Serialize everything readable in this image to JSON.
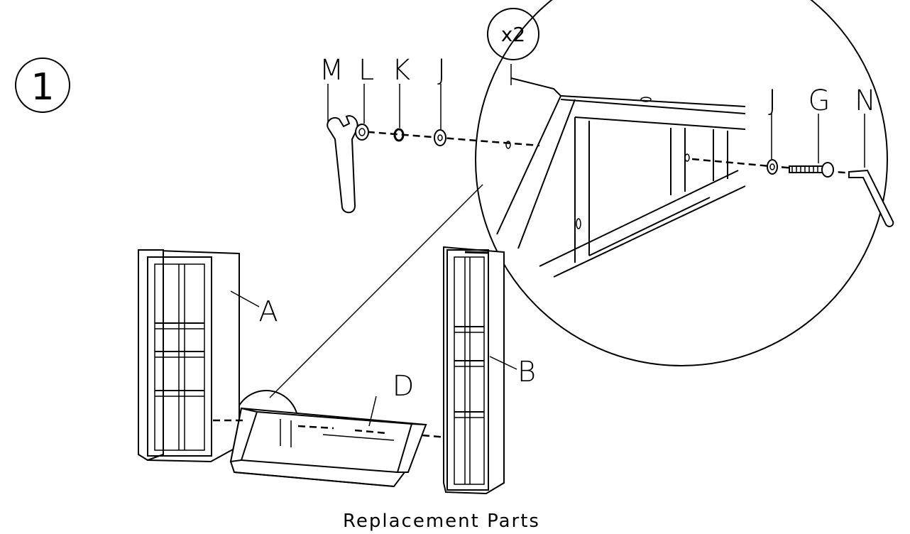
{
  "step": {
    "number": "1",
    "multiplier": "x2"
  },
  "parts": {
    "A": "A",
    "B": "B",
    "D": "D",
    "G": "G",
    "J_left": "J",
    "J_right": "J",
    "K": "K",
    "L": "L",
    "M": "M",
    "N": "N"
  },
  "caption": "Replacement Parts"
}
